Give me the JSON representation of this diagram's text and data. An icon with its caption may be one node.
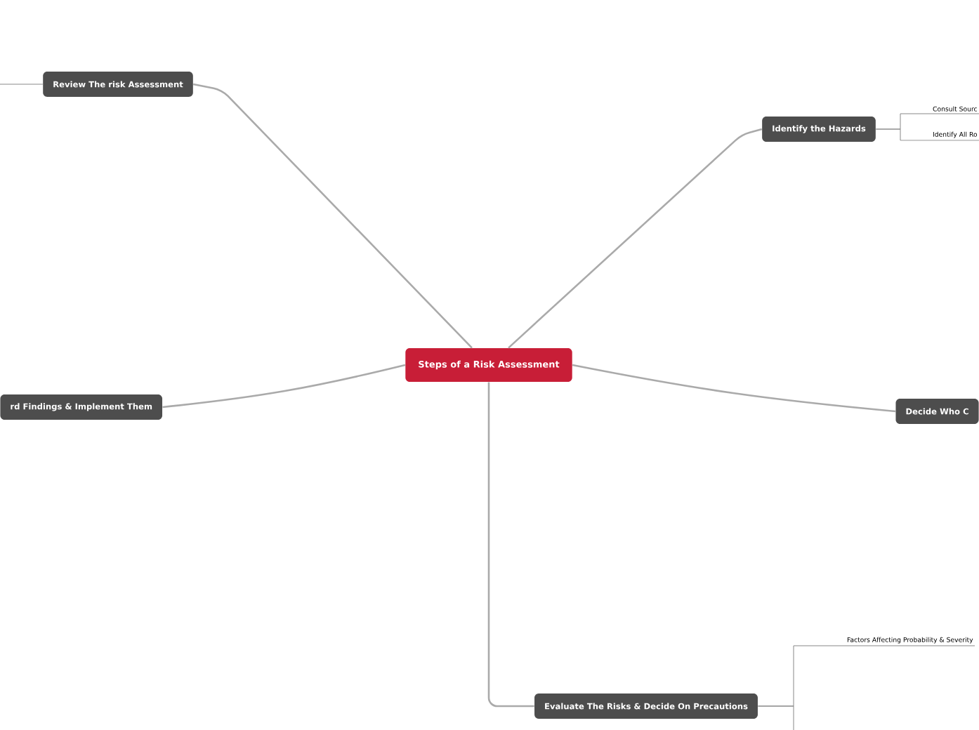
{
  "diagram": {
    "nodes": [
      {
        "text": [
          "Steps of a Risk Assessment"
        ]
      },
      {
        "text": [
          "Review The risk Assessment"
        ]
      },
      {
        "text": [
          "Identify the Hazards"
        ]
      },
      {
        "text": [
          "rd Findings & Implement Them"
        ]
      },
      {
        "text": [
          "Decide Who C"
        ]
      },
      {
        "text": [
          "Evaluate The Risks & Decide On Precautions"
        ]
      },
      {
        "text": [
          "Consult Sourc"
        ]
      },
      {
        "text": [
          "Identify All Ro"
        ]
      },
      {
        "text": [
          "Factors Affecting Probability & Severity"
        ]
      }
    ],
    "edges": [
      {
        "from": 0,
        "to": 1,
        "arrow": "none"
      },
      {
        "from": 0,
        "to": 2,
        "arrow": "none"
      },
      {
        "from": 0,
        "to": 3,
        "arrow": "none"
      },
      {
        "from": 0,
        "to": 4,
        "arrow": "none"
      },
      {
        "from": 0,
        "to": 5,
        "arrow": "none"
      },
      {
        "from": 1,
        "to": null,
        "arrow": "none"
      },
      {
        "from": 2,
        "to": 6,
        "arrow": "none"
      },
      {
        "from": 2,
        "to": 7,
        "arrow": "none"
      },
      {
        "from": 5,
        "to": 8,
        "arrow": "none"
      },
      {
        "from": 5,
        "to": null,
        "arrow": "none"
      }
    ]
  }
}
